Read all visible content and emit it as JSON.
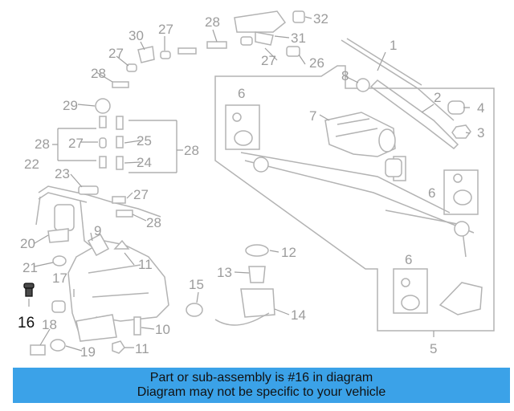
{
  "diagram": {
    "highlighted_part": "16",
    "part_numbers": {
      "p1": "1",
      "p2": "2",
      "p3": "3",
      "p4": "4",
      "p5": "5",
      "p6a": "6",
      "p6b": "6",
      "p6c": "6",
      "p7": "7",
      "p8": "8",
      "p9": "9",
      "p10": "10",
      "p11a": "11",
      "p11b": "11",
      "p12": "12",
      "p13": "13",
      "p14": "14",
      "p15": "15",
      "p16": "16",
      "p17": "17",
      "p18": "18",
      "p19": "19",
      "p20": "20",
      "p21": "21",
      "p22": "22",
      "p23": "23",
      "p24": "24",
      "p25": "25",
      "p26": "26",
      "p27a": "27",
      "p27b": "27",
      "p27c": "27",
      "p27d": "27",
      "p27e": "27",
      "p28a": "28",
      "p28b": "28",
      "p28c": "28",
      "p28d": "28",
      "p28e": "28",
      "p29": "29",
      "p30": "30",
      "p31": "31",
      "p32": "32"
    }
  },
  "banner": {
    "line1": "Part or sub-assembly is #16 in diagram",
    "line2": "Diagram may not be specific to your vehicle",
    "color": "#3ba2e8"
  }
}
